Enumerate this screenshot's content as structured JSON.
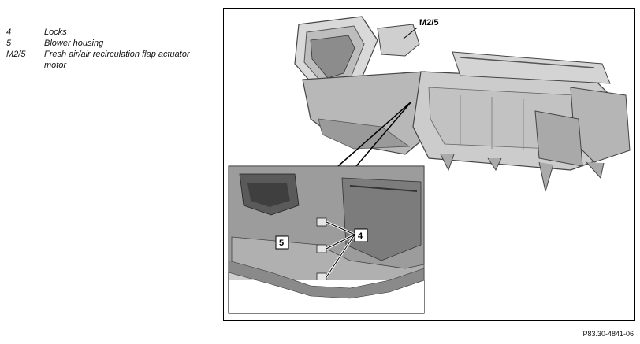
{
  "legend": [
    {
      "key": "4",
      "desc": "Locks"
    },
    {
      "key": "5",
      "desc": "Blower housing"
    },
    {
      "key": "M2/5",
      "desc": "Fresh air/air recirculation flap actuator motor"
    }
  ],
  "callouts": {
    "m2_5": "M2/5",
    "item_5": "5",
    "item_4": "4"
  },
  "figure_code": "P83.30-4841-06"
}
